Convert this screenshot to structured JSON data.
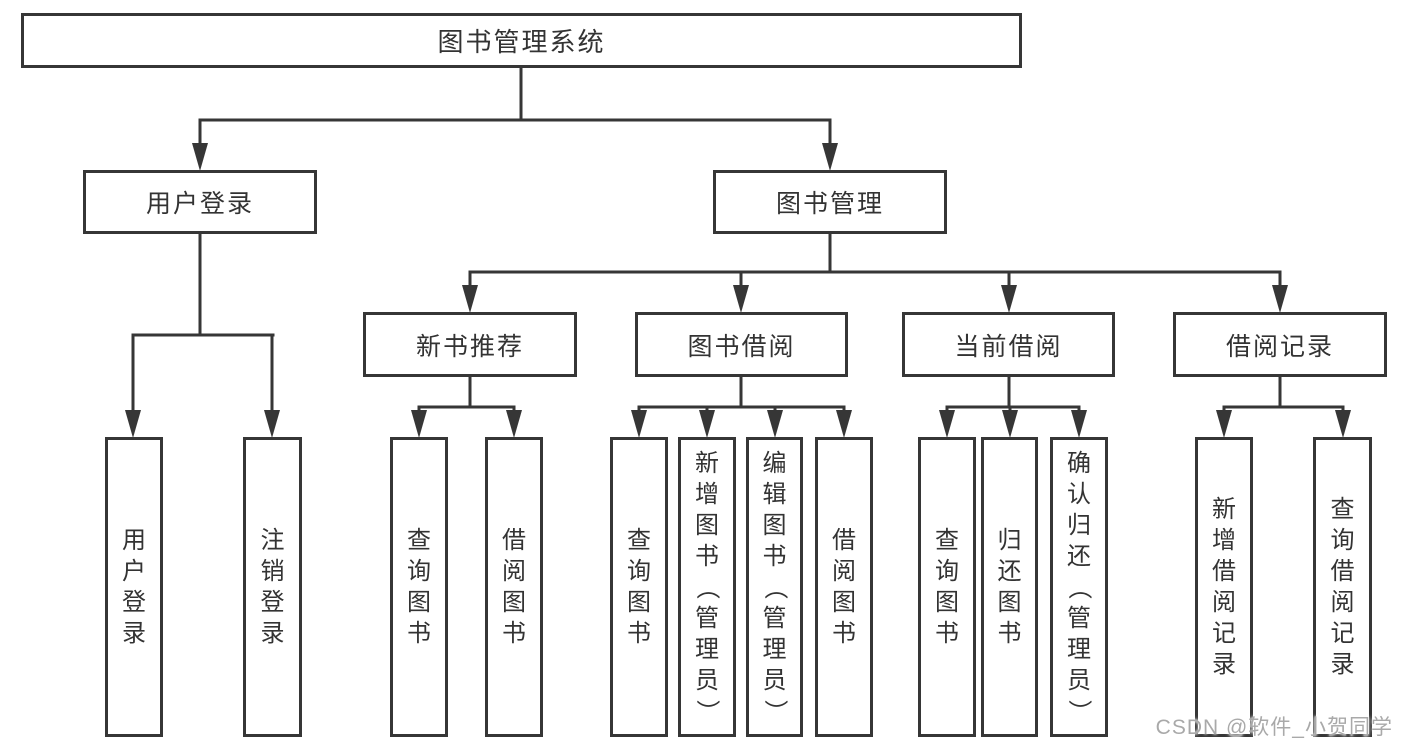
{
  "diagram_title": "图书管理系统",
  "nodes": {
    "root": {
      "label": "图书管理系统"
    },
    "user_login": {
      "label": "用户登录"
    },
    "book_management": {
      "label": "图书管理"
    },
    "new_book_recommend": {
      "label": "新书推荐"
    },
    "book_borrow": {
      "label": "图书借阅"
    },
    "current_borrow": {
      "label": "当前借阅"
    },
    "borrow_records": {
      "label": "借阅记录"
    },
    "leaf_user_login": {
      "label": "用户登录"
    },
    "leaf_logout": {
      "label": "注销登录"
    },
    "leaf_query_book_1": {
      "label": "查询图书"
    },
    "leaf_borrow_book_1": {
      "label": "借阅图书"
    },
    "leaf_query_book_2": {
      "label": "查询图书"
    },
    "leaf_add_book": {
      "label": "新增图书（管理员）"
    },
    "leaf_edit_book": {
      "label": "编辑图书（管理员）"
    },
    "leaf_borrow_book_2": {
      "label": "借阅图书"
    },
    "leaf_query_book_3": {
      "label": "查询图书"
    },
    "leaf_return_book": {
      "label": "归还图书"
    },
    "leaf_confirm_return": {
      "label": "确认归还（管理员）"
    },
    "leaf_add_borrow_record": {
      "label": "新增借阅记录"
    },
    "leaf_query_borrow_record": {
      "label": "查询借阅记录"
    }
  },
  "watermark": "CSDN @软件_小贺同学",
  "colors": {
    "line": "#363636",
    "text": "#333333",
    "background": "#ffffff",
    "watermark": "#a9a9a9"
  }
}
